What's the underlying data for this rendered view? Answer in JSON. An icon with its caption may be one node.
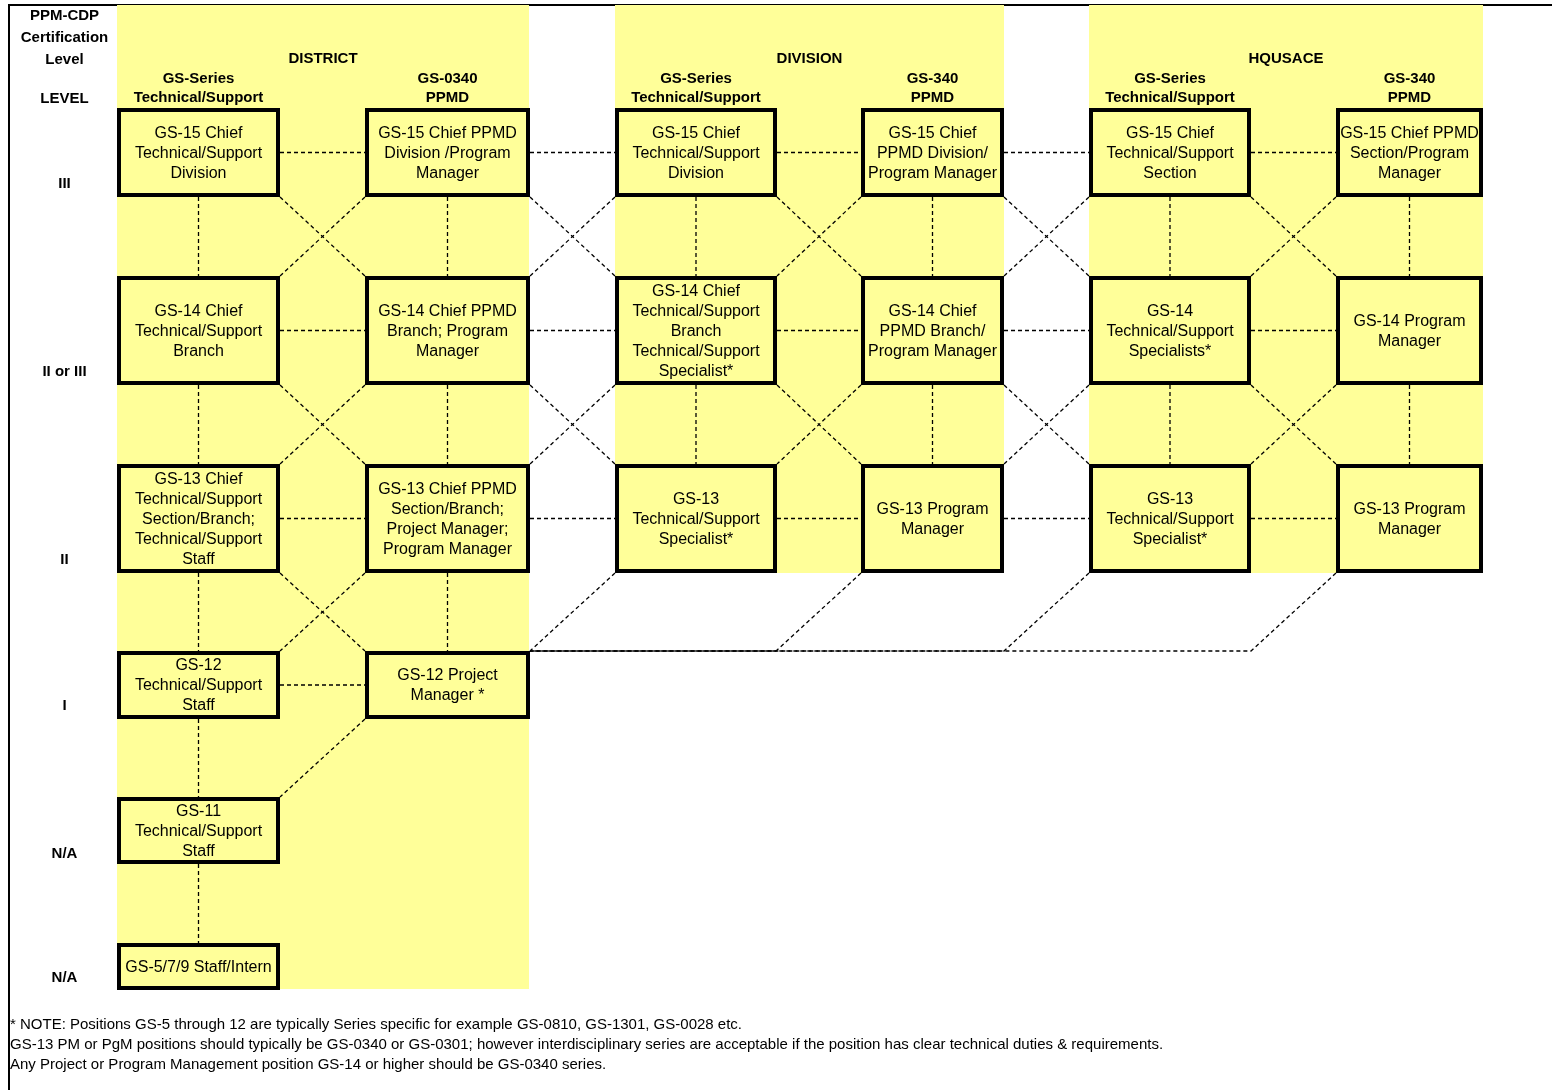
{
  "diagram": {
    "nodes": [
      {
        "text": [
          "DISTRICT",
          "GS-Series Technical/Support",
          "GS-0340 PPMD"
        ]
      },
      {
        "text": [
          "GS-15 Chief Technical/Support Division"
        ],
        "in": 0
      },
      {
        "text": [
          "GS-15 Chief PPMD Division /Program Manager"
        ],
        "in": 0
      },
      {
        "text": [
          "GS-14 Chief Technical/Support Branch"
        ],
        "in": 0
      },
      {
        "text": [
          "GS-14 Chief PPMD Branch; Program Manager"
        ],
        "in": 0
      },
      {
        "text": [
          "GS-13 Chief Technical/Support Section/Branch; Technical/Support Staff"
        ],
        "in": 0
      },
      {
        "text": [
          "GS-13 Chief PPMD Section/Branch; Project Manager; Program Manager"
        ],
        "in": 0
      },
      {
        "text": [
          "GS-12 Technical/Support Staff"
        ],
        "in": 0
      },
      {
        "text": [
          "GS-12 Project Manager *"
        ],
        "in": 0
      },
      {
        "text": [
          "GS-11 Technical/Support Staff"
        ],
        "in": 0
      },
      {
        "text": [
          "GS-5/7/9 Staff/Intern"
        ],
        "in": 0
      },
      {
        "text": [
          "DIVISION",
          "GS-Series Technical/Support",
          "GS-340 PPMD"
        ]
      },
      {
        "text": [
          "GS-15 Chief Technical/Support Division"
        ],
        "in": 11
      },
      {
        "text": [
          "GS-15 Chief PPMD Division/ Program Manager"
        ],
        "in": 11
      },
      {
        "text": [
          "GS-14 Chief Technical/Support Branch Technical/Support Specialist*"
        ],
        "in": 11
      },
      {
        "text": [
          "GS-14 Chief PPMD Branch/ Program Manager"
        ],
        "in": 11
      },
      {
        "text": [
          "GS-13 Technical/Support Specialist*"
        ],
        "in": 11
      },
      {
        "text": [
          "GS-13 Program Manager"
        ],
        "in": 11
      },
      {
        "text": [
          "HQUSACE",
          "GS-Series Technical/Support",
          "GS-340 PPMD"
        ]
      },
      {
        "text": [
          "GS-15 Chief Technical/Support Section"
        ],
        "in": 18
      },
      {
        "text": [
          "GS-15 Chief PPMD Section/Program Manager"
        ],
        "in": 18
      },
      {
        "text": [
          "GS-14 Technical/Support Specialists*"
        ],
        "in": 18
      },
      {
        "text": [
          "GS-14 Program Manager"
        ],
        "in": 18
      },
      {
        "text": [
          "GS-13 Technical/Support Specialist*"
        ],
        "in": 18
      },
      {
        "text": [
          "GS-13 Program Manager"
        ],
        "in": 18
      }
    ],
    "edges": [
      {
        "from": 1,
        "to": 2,
        "arrow": "none",
        "style": "dashed"
      },
      {
        "from": 2,
        "to": 12,
        "arrow": "none",
        "style": "dashed"
      },
      {
        "from": 12,
        "to": 13,
        "arrow": "none",
        "style": "dashed"
      },
      {
        "from": 13,
        "to": 19,
        "arrow": "none",
        "style": "dashed"
      },
      {
        "from": 19,
        "to": 20,
        "arrow": "none",
        "style": "dashed"
      },
      {
        "from": 3,
        "to": 4,
        "arrow": "none",
        "style": "dashed"
      },
      {
        "from": 4,
        "to": 14,
        "arrow": "none",
        "style": "dashed"
      },
      {
        "from": 14,
        "to": 15,
        "arrow": "none",
        "style": "dashed"
      },
      {
        "from": 15,
        "to": 21,
        "arrow": "none",
        "style": "dashed"
      },
      {
        "from": 21,
        "to": 22,
        "arrow": "none",
        "style": "dashed"
      },
      {
        "from": 5,
        "to": 6,
        "arrow": "none",
        "style": "dashed"
      },
      {
        "from": 6,
        "to": 16,
        "arrow": "none",
        "style": "dashed"
      },
      {
        "from": 16,
        "to": 17,
        "arrow": "none",
        "style": "dashed"
      },
      {
        "from": 17,
        "to": 23,
        "arrow": "none",
        "style": "dashed"
      },
      {
        "from": 23,
        "to": 24,
        "arrow": "none",
        "style": "dashed"
      },
      {
        "from": 7,
        "to": 8,
        "arrow": "none",
        "style": "dashed"
      },
      {
        "from": 1,
        "to": 3,
        "arrow": "none",
        "style": "dashed"
      },
      {
        "from": 3,
        "to": 5,
        "arrow": "none",
        "style": "dashed"
      },
      {
        "from": 5,
        "to": 7,
        "arrow": "none",
        "style": "dashed"
      },
      {
        "from": 7,
        "to": 9,
        "arrow": "none",
        "style": "dashed"
      },
      {
        "from": 9,
        "to": 10,
        "arrow": "none",
        "style": "dashed"
      },
      {
        "from": 2,
        "to": 4,
        "arrow": "none",
        "style": "dashed"
      },
      {
        "from": 4,
        "to": 6,
        "arrow": "none",
        "style": "dashed"
      },
      {
        "from": 6,
        "to": 8,
        "arrow": "none",
        "style": "dashed"
      },
      {
        "from": 12,
        "to": 14,
        "arrow": "none",
        "style": "dashed"
      },
      {
        "from": 14,
        "to": 16,
        "arrow": "none",
        "style": "dashed"
      },
      {
        "from": 13,
        "to": 15,
        "arrow": "none",
        "style": "dashed"
      },
      {
        "from": 15,
        "to": 17,
        "arrow": "none",
        "style": "dashed"
      },
      {
        "from": 19,
        "to": 21,
        "arrow": "none",
        "style": "dashed"
      },
      {
        "from": 21,
        "to": 23,
        "arrow": "none",
        "style": "dashed"
      },
      {
        "from": 20,
        "to": 22,
        "arrow": "none",
        "style": "dashed"
      },
      {
        "from": 22,
        "to": 24,
        "arrow": "none",
        "style": "dashed"
      },
      {
        "from": 1,
        "to": 4,
        "arrow": "none",
        "style": "dashed"
      },
      {
        "from": 2,
        "to": 3,
        "arrow": "none",
        "style": "dashed"
      },
      {
        "from": 2,
        "to": 14,
        "arrow": "none",
        "style": "dashed"
      },
      {
        "from": 12,
        "to": 4,
        "arrow": "none",
        "style": "dashed"
      },
      {
        "from": 12,
        "to": 15,
        "arrow": "none",
        "style": "dashed"
      },
      {
        "from": 13,
        "to": 14,
        "arrow": "none",
        "style": "dashed"
      },
      {
        "from": 13,
        "to": 21,
        "arrow": "none",
        "style": "dashed"
      },
      {
        "from": 19,
        "to": 15,
        "arrow": "none",
        "style": "dashed"
      },
      {
        "from": 19,
        "to": 22,
        "arrow": "none",
        "style": "dashed"
      },
      {
        "from": 20,
        "to": 21,
        "arrow": "none",
        "style": "dashed"
      },
      {
        "from": 3,
        "to": 6,
        "arrow": "none",
        "style": "dashed"
      },
      {
        "from": 4,
        "to": 5,
        "arrow": "none",
        "style": "dashed"
      },
      {
        "from": 4,
        "to": 16,
        "arrow": "none",
        "style": "dashed"
      },
      {
        "from": 14,
        "to": 6,
        "arrow": "none",
        "style": "dashed"
      },
      {
        "from": 14,
        "to": 17,
        "arrow": "none",
        "style": "dashed"
      },
      {
        "from": 15,
        "to": 16,
        "arrow": "none",
        "style": "dashed"
      },
      {
        "from": 15,
        "to": 23,
        "arrow": "none",
        "style": "dashed"
      },
      {
        "from": 21,
        "to": 17,
        "arrow": "none",
        "style": "dashed"
      },
      {
        "from": 21,
        "to": 24,
        "arrow": "none",
        "style": "dashed"
      },
      {
        "from": 22,
        "to": 23,
        "arrow": "none",
        "style": "dashed"
      },
      {
        "from": 5,
        "to": 8,
        "arrow": "none",
        "style": "dashed"
      },
      {
        "from": 6,
        "to": 7,
        "arrow": "none",
        "style": "dashed"
      },
      {
        "from": 8,
        "to": 9,
        "arrow": "none",
        "style": "dashed"
      },
      {
        "from": 16,
        "to": 8,
        "arrow": "none",
        "style": "dashed"
      },
      {
        "from": 17,
        "to": 8,
        "arrow": "none",
        "style": "dashed"
      },
      {
        "from": 23,
        "to": 8,
        "arrow": "none",
        "style": "dashed"
      },
      {
        "from": 24,
        "to": 8,
        "arrow": "none",
        "style": "dashed"
      }
    ],
    "labels": [
      "PPM-CDP Certification Level",
      "LEVEL",
      "III",
      "II or III",
      "II",
      "I",
      "N/A",
      "N/A",
      "* NOTE: Positions GS-5 through 12 are typically Series specific for example GS-0810, GS-1301, GS-0028 etc.",
      "GS-13 PM or PgM positions should typically be GS-0340 or GS-0301; however interdisciplinary series are acceptable if the position has clear technical duties & requirements.",
      "Any Project or Program Management position GS-14 or higher should be GS-0340 series."
    ]
  }
}
